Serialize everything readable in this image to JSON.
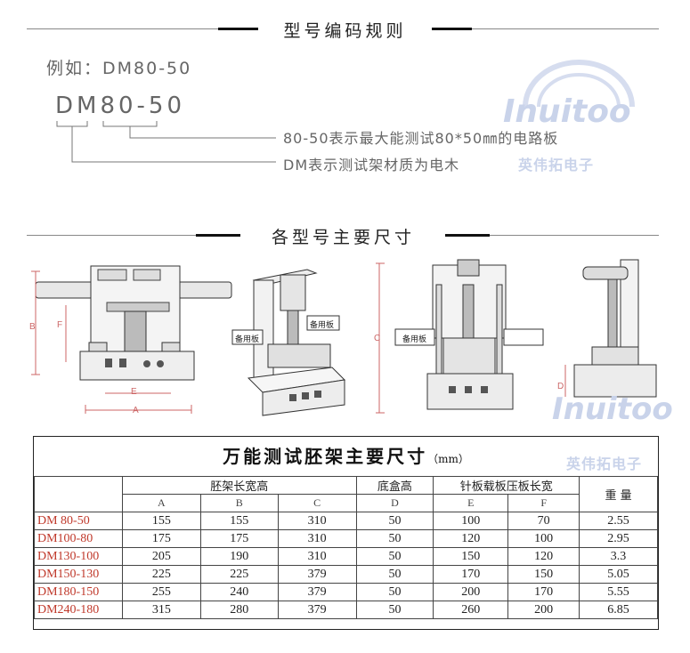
{
  "section1": {
    "title": "型号编码规则"
  },
  "example": {
    "label": "例如：DM80-50"
  },
  "model_code": {
    "prefix": "DM",
    "size": "80-50"
  },
  "descriptions": {
    "size_desc": "80-50表示最大能测试80*50㎜的电路板",
    "prefix_desc": "DM表示测试架材质为电木"
  },
  "watermark": {
    "brand": "Inuitoo",
    "cn": "英伟拓电子"
  },
  "section2": {
    "title": "各型号主要尺寸"
  },
  "drawings": {
    "board_label_1": "备用板",
    "board_label_2": "备用板",
    "board_label_3": "备用板",
    "dim_A": "A",
    "dim_B": "B",
    "dim_C": "C",
    "dim_D": "D",
    "dim_E": "E",
    "dim_F": "F"
  },
  "table": {
    "title": "万能测试胚架主要尺寸",
    "unit": "（mm）",
    "groups": [
      "胚架长宽高",
      "底盒高",
      "针板载板压板长宽",
      "重 量"
    ],
    "sub_headers": [
      "A",
      "B",
      "C",
      "D",
      "E",
      "F"
    ],
    "rows": [
      {
        "model": "DM 80-50",
        "cells": [
          "155",
          "155",
          "310",
          "50",
          "100",
          "70",
          "2.55"
        ]
      },
      {
        "model": "DM100-80",
        "cells": [
          "175",
          "175",
          "310",
          "50",
          "120",
          "100",
          "2.95"
        ]
      },
      {
        "model": "DM130-100",
        "cells": [
          "205",
          "190",
          "310",
          "50",
          "150",
          "120",
          "3.3"
        ]
      },
      {
        "model": "DM150-130",
        "cells": [
          "225",
          "225",
          "379",
          "50",
          "170",
          "150",
          "5.05"
        ]
      },
      {
        "model": "DM180-150",
        "cells": [
          "255",
          "240",
          "379",
          "50",
          "200",
          "170",
          "5.55"
        ]
      },
      {
        "model": "DM240-180",
        "cells": [
          "315",
          "280",
          "379",
          "50",
          "260",
          "200",
          "6.85"
        ]
      }
    ]
  },
  "colors": {
    "model_red": "#c0392b",
    "watermark": "#c9d3ea",
    "dim_red": "#cc6666"
  }
}
